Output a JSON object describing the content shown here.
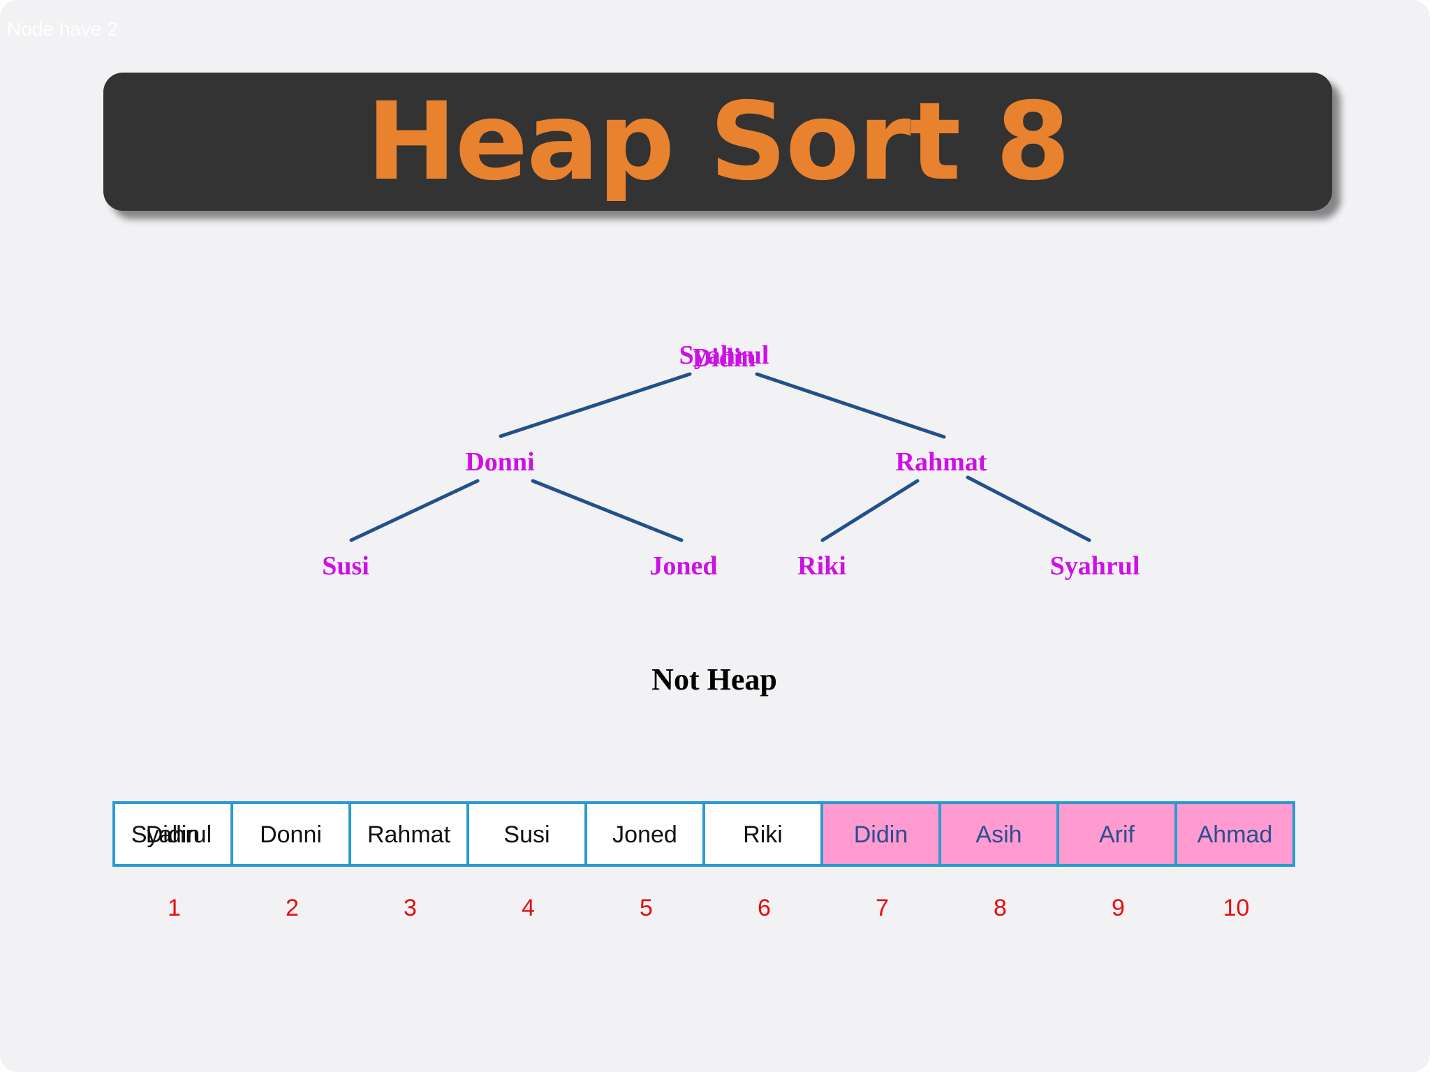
{
  "overlay_label": "Node have 2",
  "title": "Heap Sort 8",
  "tree": {
    "root_labels": [
      "Syahrul",
      "Didin"
    ],
    "nodes": {
      "left": "Donni",
      "right": "Rahmat",
      "left_left": "Susi",
      "left_right": "Joned",
      "right_left": "Riki",
      "right_right": "Syahrul"
    },
    "node_color": "#cc10e6",
    "edge_color": "#22508a"
  },
  "status": "Not Heap",
  "array": {
    "cells": [
      {
        "values": [
          "Syahrul",
          "Didin"
        ],
        "sorted": false
      },
      {
        "values": [
          "Donni"
        ],
        "sorted": false
      },
      {
        "values": [
          "Rahmat"
        ],
        "sorted": false
      },
      {
        "values": [
          "Susi"
        ],
        "sorted": false
      },
      {
        "values": [
          "Joned"
        ],
        "sorted": false
      },
      {
        "values": [
          "Riki"
        ],
        "sorted": false
      },
      {
        "values": [
          "Didin"
        ],
        "sorted": true
      },
      {
        "values": [
          "Asih"
        ],
        "sorted": true
      },
      {
        "values": [
          "Arif"
        ],
        "sorted": true
      },
      {
        "values": [
          "Ahmad"
        ],
        "sorted": true
      }
    ],
    "indices": [
      "1",
      "2",
      "3",
      "4",
      "5",
      "6",
      "7",
      "8",
      "9",
      "10"
    ],
    "colors": {
      "border": "#2a9ad4",
      "unsorted_fill": "#ffffff",
      "unsorted_text": "#111111",
      "sorted_fill": "#ff9bd0",
      "sorted_text": "#2a4f8e",
      "index_text": "#e50e0e"
    }
  }
}
